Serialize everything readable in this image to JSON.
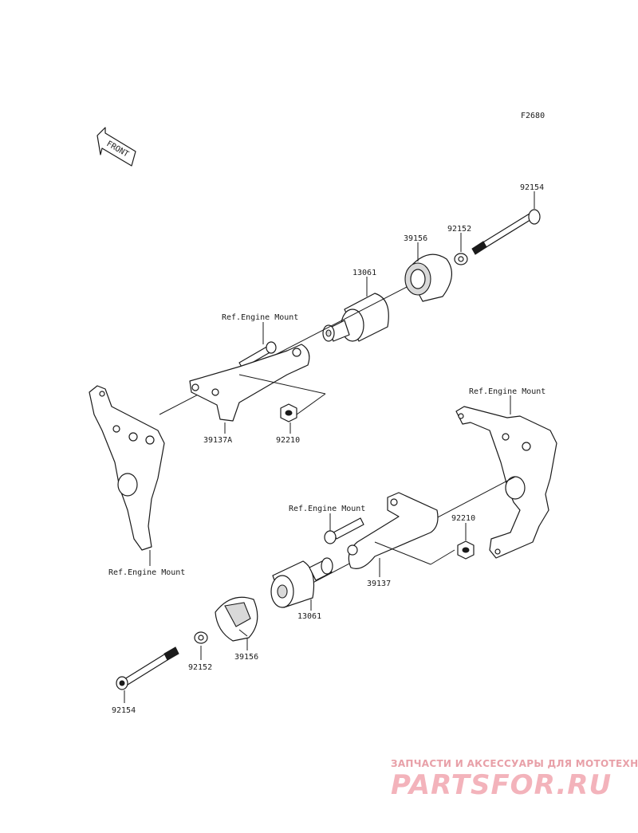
{
  "figure_code": "F2680",
  "front_label": "FRONT",
  "callouts": {
    "bolt_upper": "92154",
    "washer_upper": "92152",
    "slider_upper": "39156",
    "damper_upper": "13061",
    "ref_engine_mount_upper": "Ref.Engine Mount",
    "bracket_upper": "39137A",
    "nut_upper": "92210",
    "ref_engine_mount_left": "Ref.Engine Mount",
    "ref_engine_mount_right": "Ref.Engine Mount",
    "ref_engine_mount_mid": "Ref.Engine Mount",
    "nut_lower": "92210",
    "bracket_lower": "39137",
    "damper_lower": "13061",
    "washer_lower": "92152",
    "slider_lower": "39156",
    "bolt_lower": "92154"
  },
  "watermark": {
    "tagline": "ЗАПЧАСТИ И АКСЕССУАРЫ ДЛЯ МОТОТЕХНИКИ",
    "logo": "PARTSFOR.RU"
  }
}
